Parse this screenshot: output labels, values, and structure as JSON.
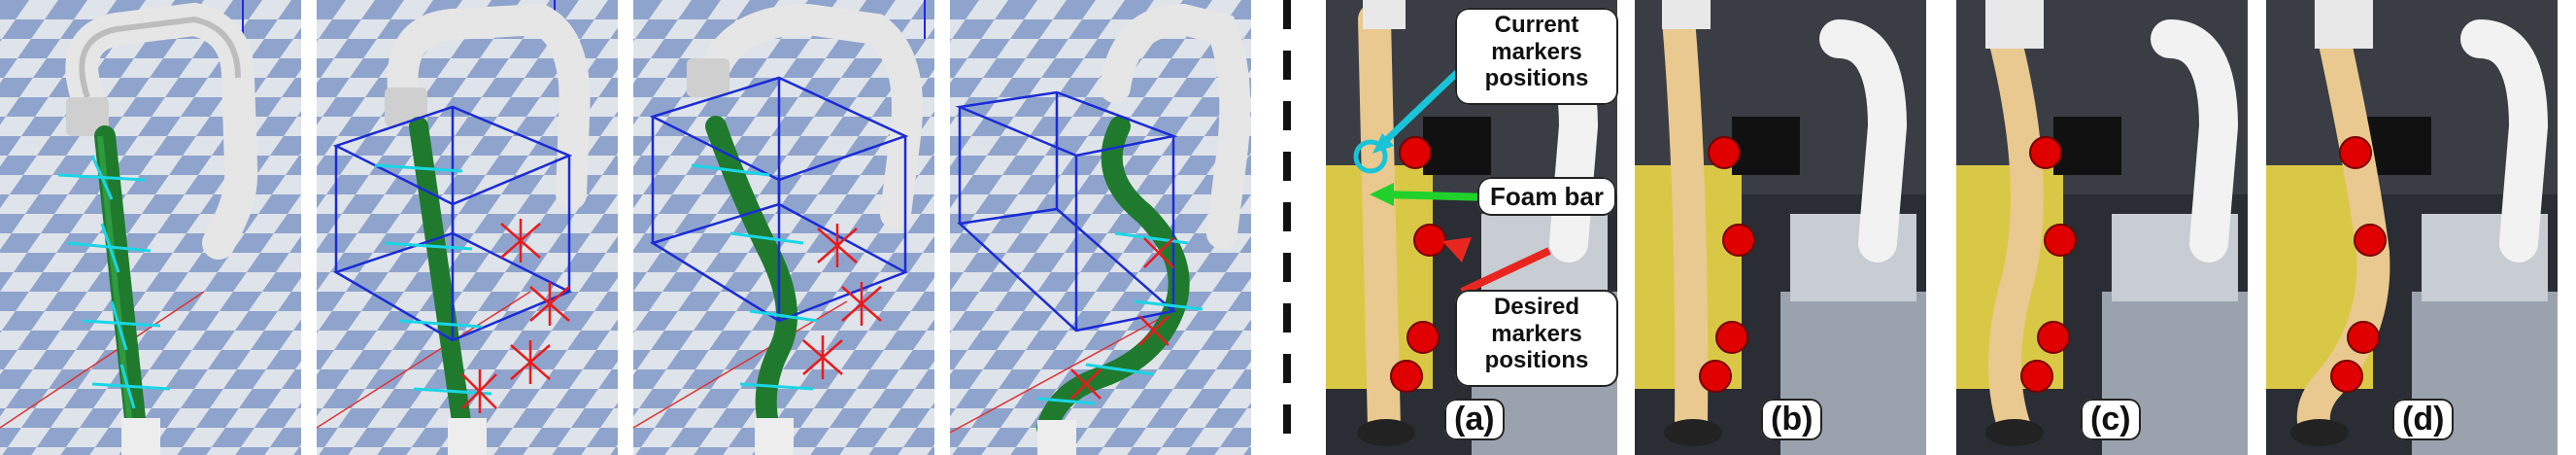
{
  "callouts": {
    "current_markers": "Current\nmarkers\npositions",
    "foam_bar": "Foam bar",
    "desired_markers": "Desired\nmarkers\npositions"
  },
  "panel_labels": {
    "a": "(a)",
    "b": "(b)",
    "c": "(c)",
    "d": "(d)"
  },
  "colors": {
    "marker_red": "#e00000",
    "current_marker_cyan": "#19c4d8",
    "foam_arrow_green": "#1fd12a",
    "desired_arrow_red": "#e8261f",
    "sim_bar_green": "#1f7a2e",
    "bbox_blue": "#1a2bd6",
    "foam": "#e9c98f"
  }
}
